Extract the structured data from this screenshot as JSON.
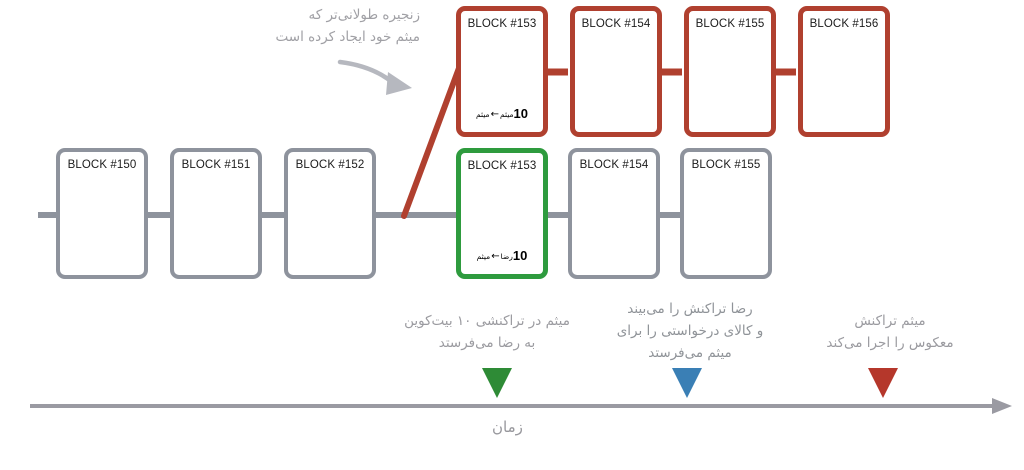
{
  "diagram": {
    "title": "Blockchain double-spend fork diagram",
    "time_axis_label": "زمان",
    "colors": {
      "gray": "#8e939d",
      "red": "#b0402f",
      "green": "#2e9b3e",
      "marker_green": "#2e8b36",
      "marker_blue": "#3a7fb5",
      "marker_red": "#b5372b",
      "note_text": "#9b9ba0"
    }
  },
  "attacker_chain": {
    "label": "attacker-fork-chain",
    "blocks": [
      {
        "title": "BLOCK #153",
        "tx_amount": "10",
        "tx_from": "میثم",
        "tx_to": "میثم",
        "tx_arrow": "←"
      },
      {
        "title": "BLOCK #154",
        "tx_amount": "",
        "tx_from": "",
        "tx_to": "",
        "tx_arrow": ""
      },
      {
        "title": "BLOCK #155",
        "tx_amount": "",
        "tx_from": "",
        "tx_to": "",
        "tx_arrow": ""
      },
      {
        "title": "BLOCK #156",
        "tx_amount": "",
        "tx_from": "",
        "tx_to": "",
        "tx_arrow": ""
      }
    ]
  },
  "main_chain": {
    "label": "honest-main-chain",
    "blocks": [
      {
        "title": "BLOCK #150",
        "tx_amount": "",
        "tx_from": "",
        "tx_to": "",
        "tx_arrow": ""
      },
      {
        "title": "BLOCK #151",
        "tx_amount": "",
        "tx_from": "",
        "tx_to": "",
        "tx_arrow": ""
      },
      {
        "title": "BLOCK #152",
        "tx_amount": "",
        "tx_from": "",
        "tx_to": "",
        "tx_arrow": ""
      },
      {
        "title": "BLOCK #153",
        "tx_amount": "10",
        "tx_from": "میثم",
        "tx_to": "رضا",
        "tx_arrow": "←"
      },
      {
        "title": "BLOCK #154",
        "tx_amount": "",
        "tx_from": "",
        "tx_to": "",
        "tx_arrow": ""
      },
      {
        "title": "BLOCK #155",
        "tx_amount": "",
        "tx_from": "",
        "tx_to": "",
        "tx_arrow": ""
      }
    ]
  },
  "notes": {
    "fork_callout": "زنجیره طولانی‌تر که\nمیثم خود ایجاد کرده است",
    "step_green": "میثم در تراکنشی ۱۰ بیت‌کوین\nبه رضا می‌فرستد",
    "step_blue": "رضا تراکنش را می‌بیند\nو کالای درخواستی را برای\nمیثم می‌فرستد",
    "step_red": "میثم تراکنش\nمعکوس را اجرا می‌کند"
  },
  "markers": [
    {
      "name": "marker-green",
      "color": "green"
    },
    {
      "name": "marker-blue",
      "color": "blue"
    },
    {
      "name": "marker-red",
      "color": "red"
    }
  ]
}
